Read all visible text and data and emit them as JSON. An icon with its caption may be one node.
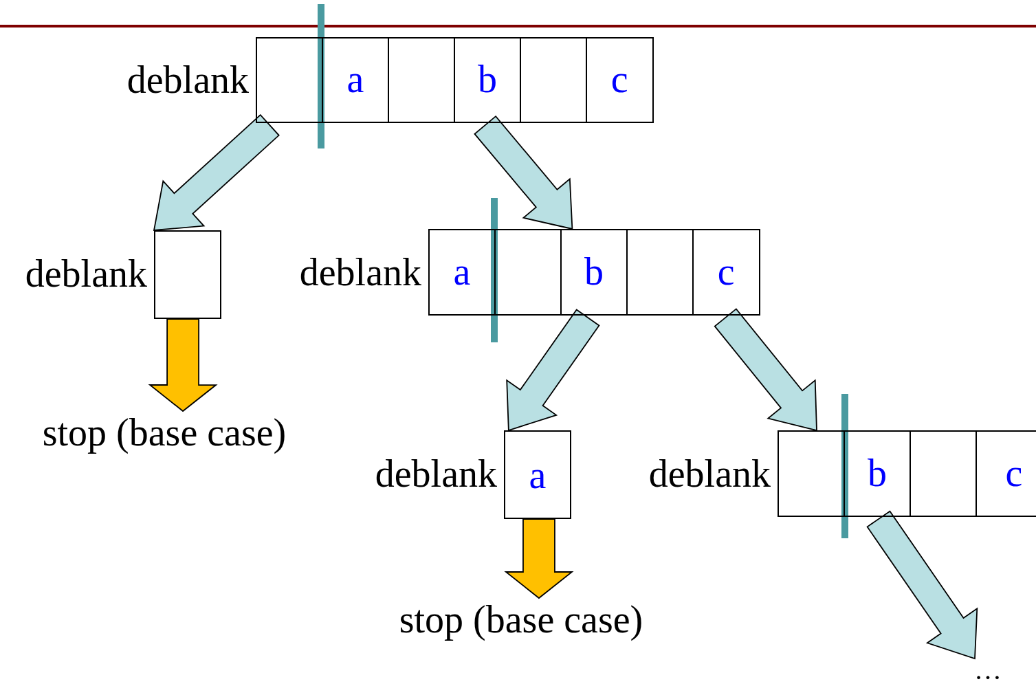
{
  "diagram": {
    "nodes": [
      {
        "text": [],
        "shape": "box",
        "beside": [
          "deblank"
        ]
      },
      {
        "text": [],
        "shape": "box",
        "in": 0
      },
      {
        "text": [
          "a"
        ],
        "in": 0
      },
      {
        "text": [],
        "shape": "box",
        "in": 0
      },
      {
        "text": [
          "b"
        ],
        "in": 0
      },
      {
        "text": [],
        "shape": "box",
        "in": 0
      },
      {
        "text": [
          "c"
        ],
        "in": 0
      },
      {
        "text": [],
        "shape": "box",
        "beside": [
          "deblank"
        ]
      },
      {
        "text": [],
        "shape": "box",
        "beside": [
          "deblank"
        ]
      },
      {
        "text": [
          "a"
        ],
        "in": 8
      },
      {
        "text": [],
        "shape": "box",
        "in": 8
      },
      {
        "text": [
          "b"
        ],
        "in": 8
      },
      {
        "text": [],
        "shape": "box",
        "in": 8
      },
      {
        "text": [
          "c"
        ],
        "in": 8
      },
      {
        "text": [
          "stop (base case)"
        ]
      },
      {
        "text": [
          "a"
        ],
        "beside": [
          "deblank"
        ]
      },
      {
        "text": [],
        "shape": "box",
        "beside": [
          "deblank"
        ]
      },
      {
        "text": [],
        "shape": "box",
        "in": 16
      },
      {
        "text": [
          "b"
        ],
        "in": 16
      },
      {
        "text": [],
        "shape": "box",
        "in": 16
      },
      {
        "text": [
          "c"
        ],
        "in": 16
      },
      {
        "text": [
          "stop (base case)"
        ]
      },
      {
        "text": [
          "…"
        ]
      }
    ],
    "edges": [
      {
        "from": 0,
        "to": 7,
        "arrow": "to"
      },
      {
        "from": 0,
        "to": 8,
        "arrow": "to"
      },
      {
        "from": 7,
        "to": 14,
        "arrow": "to",
        "color": "#ffc000"
      },
      {
        "from": 8,
        "to": 15,
        "arrow": "to"
      },
      {
        "from": 8,
        "to": 16,
        "arrow": "to"
      },
      {
        "from": 15,
        "to": 21,
        "arrow": "to",
        "color": "#ffc000"
      },
      {
        "from": 16,
        "to": 22,
        "arrow": "to"
      }
    ]
  }
}
